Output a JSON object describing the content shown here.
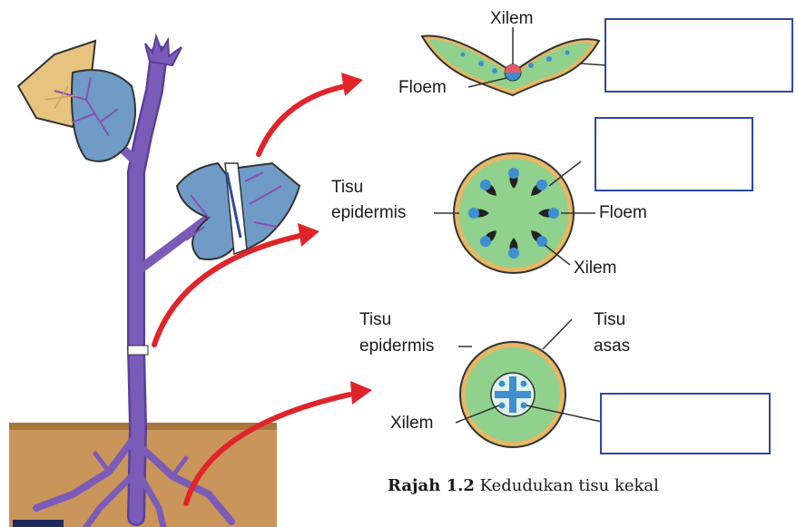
{
  "leaf_section": {
    "xilem_label": "Xilem",
    "floem_label": "Floem"
  },
  "stem_section": {
    "epidermis_label_line1": "Tisu",
    "epidermis_label_line2": "epidermis",
    "floem_label": "Floem",
    "xilem_label": "Xilem"
  },
  "root_section": {
    "epidermis_label_line1": "Tisu",
    "epidermis_label_line2": "epidermis",
    "asas_label_line1": "Tisu",
    "asas_label_line2": "asas",
    "xilem_label": "Xilem"
  },
  "caption": {
    "number": "Rajah 1.2",
    "text": "Kedudukan tisu kekal"
  },
  "colors": {
    "stem": "#7b5bb8",
    "leaf": "#6f9bc6",
    "leaf_vein": "#8a4fb4",
    "flower": "#e6c37e",
    "soil": "#c9955a",
    "tissue_green": "#8fd18d",
    "epidermis_ring": "#e5b767",
    "vascular_blue": "#3e8fd0",
    "arrow": "#e0252a",
    "answer_box_border": "#2d4a9b"
  }
}
